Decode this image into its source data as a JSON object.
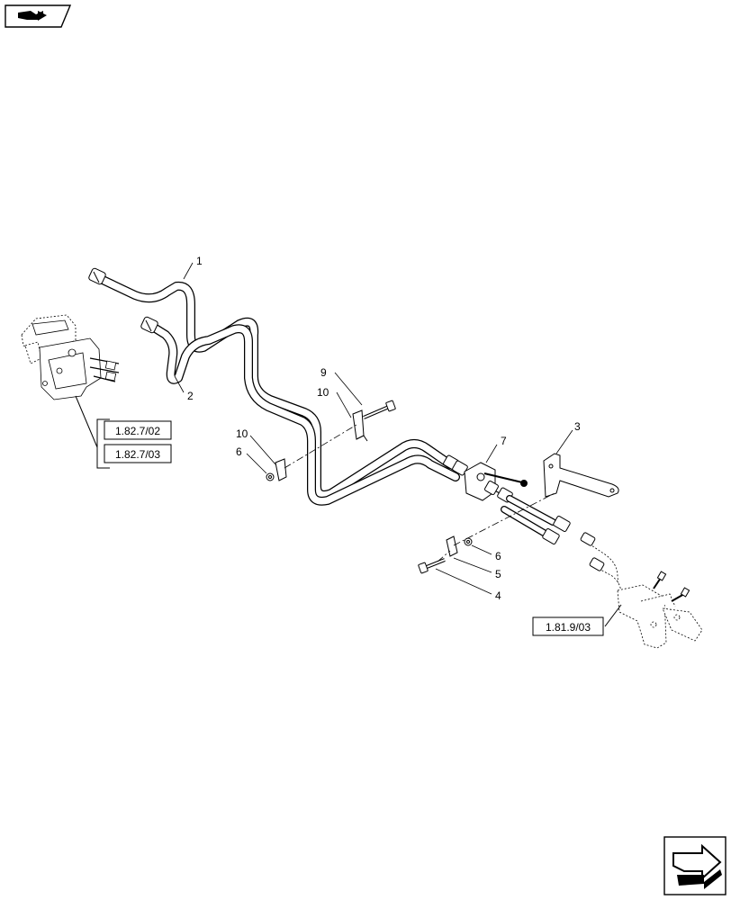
{
  "icons": {
    "top_left": "book-arrow-icon",
    "bottom_right": "next-page-arrow-icon"
  },
  "callouts": {
    "c1": "1",
    "c2": "2",
    "c3": "3",
    "c4": "4",
    "c5": "5",
    "c6a": "6",
    "c6b": "6",
    "c7": "7",
    "c9": "9",
    "c10a": "10",
    "c10b": "10"
  },
  "references": {
    "ref_a": "1.82.7/02",
    "ref_b": "1.82.7/03",
    "ref_c": "1.81.9/03"
  }
}
